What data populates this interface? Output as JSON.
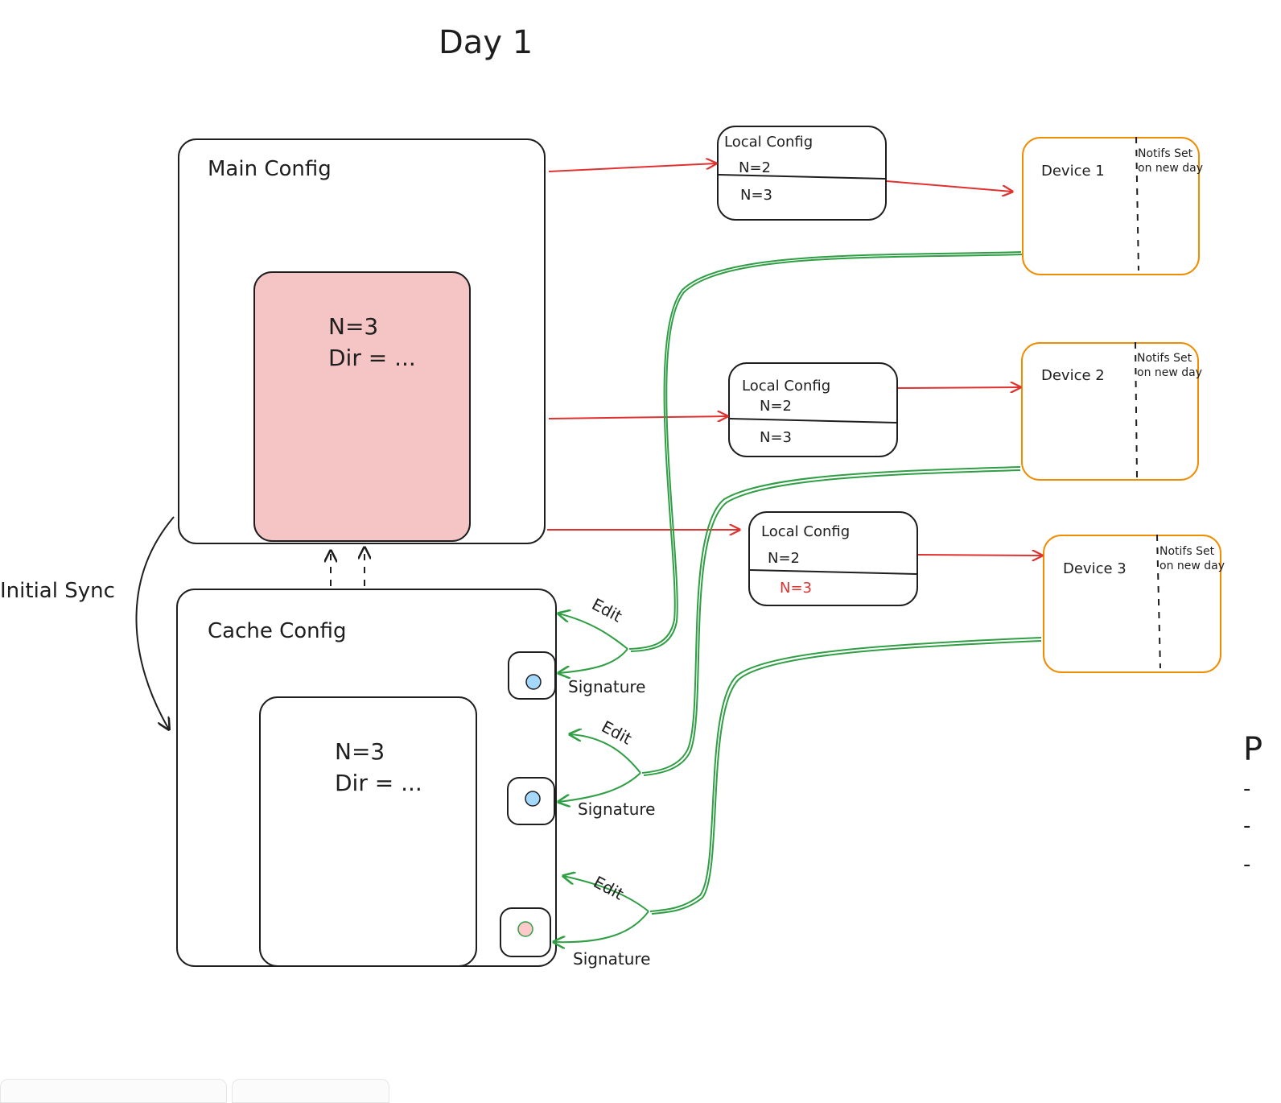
{
  "title": "Day 1",
  "main_config": {
    "label": "Main Config",
    "line1": "N=3",
    "line2": "Dir = ..."
  },
  "cache_config": {
    "label": "Cache Config",
    "line1": "N=3",
    "line2": "Dir = ..."
  },
  "initial_sync_label": "Initial Sync",
  "local_configs": [
    {
      "label": "Local Config",
      "old": "N=2",
      "new": "N=3"
    },
    {
      "label": "Local Config",
      "old": "N=2",
      "new": "N=3"
    },
    {
      "label": "Local Config",
      "old": "N=2",
      "new": "N=3"
    }
  ],
  "devices": [
    {
      "label": "Device 1",
      "note1": "Notifs Set",
      "note2": "on new day"
    },
    {
      "label": "Device 2",
      "note1": "Notifs Set",
      "note2": "on new day"
    },
    {
      "label": "Device 3",
      "note1": "Notifs Set",
      "note2": "on new day"
    }
  ],
  "edit_label": "Edit",
  "signature_label": "Signature",
  "cutoff": {
    "letter": "P",
    "dashes": [
      "-",
      "-",
      "-"
    ]
  },
  "colors": {
    "stroke": "#1e1e1e",
    "red_edge": "#e03131",
    "green_edge": "#2f9e44",
    "device_border": "#f08c00",
    "main_fill": "#f5c5c5",
    "dot_blue": "#a5d8ff",
    "dot_pink": "#ffc9c9"
  }
}
